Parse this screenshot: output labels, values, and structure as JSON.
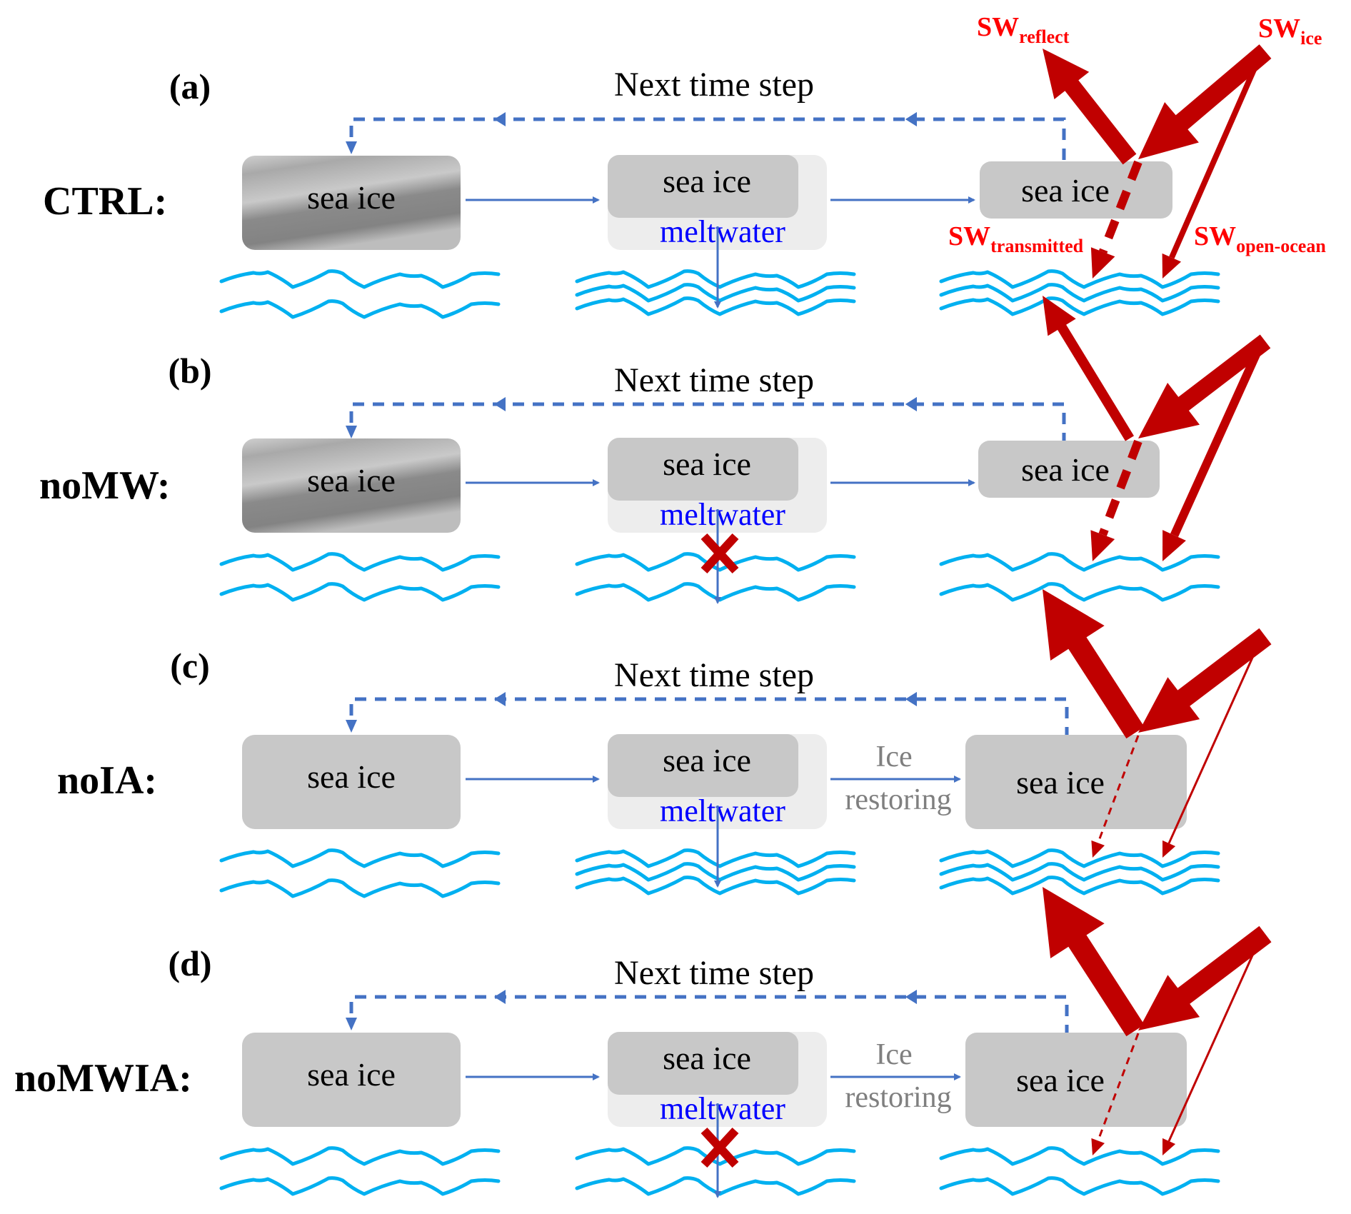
{
  "figure": {
    "colors": {
      "flow_arrow": "#4472c4",
      "water": "#00b0f0",
      "sw_arrow": "#c00000",
      "sw_label": "#ff0000",
      "ice_box": "#c8c8c8",
      "ice_box_dark": "#7f7f7f",
      "meltwater_box": "#ededed",
      "meltwater_text": "#0000ff",
      "restoring_text": "#7f7f7f",
      "block_x": "#c00000"
    },
    "sw_labels": {
      "reflect": {
        "main": "SW",
        "sub": "reflect"
      },
      "ice": {
        "main": "SW",
        "sub": "ice"
      },
      "transmitted": {
        "main": "SW",
        "sub": "transmitted"
      },
      "open_ocean": {
        "main": "SW",
        "sub": "open-ocean"
      }
    },
    "panels": [
      {
        "letter": "(a)",
        "experiment": "CTRL:",
        "next_step_label": "Next time step",
        "box1_label": "sea ice",
        "box1_shaded": true,
        "box2_label": "sea ice",
        "meltwater_label": "meltwater",
        "meltwater_blocked": false,
        "ocean_layers_middle": 3,
        "restoring_label": null,
        "box3_label": "sea ice",
        "box3_size": "small",
        "ocean_layers_right": 3,
        "sw_reflect_strength": "strong",
        "sw_transmitted_strength": "strong",
        "sw_open_ocean_strength": "medium",
        "show_sw_labels": true
      },
      {
        "letter": "(b)",
        "experiment": "noMW:",
        "next_step_label": "Next time step",
        "box1_label": "sea ice",
        "box1_shaded": true,
        "box2_label": "sea ice",
        "meltwater_label": "meltwater",
        "meltwater_blocked": true,
        "ocean_layers_middle": 2,
        "restoring_label": null,
        "box3_label": "sea ice",
        "box3_size": "small",
        "ocean_layers_right": 2,
        "sw_reflect_strength": "medium",
        "sw_transmitted_strength": "strong",
        "sw_open_ocean_strength": "strong",
        "show_sw_labels": false
      },
      {
        "letter": "(c)",
        "experiment": "noIA:",
        "next_step_label": "Next time step",
        "box1_label": "sea ice",
        "box1_shaded": false,
        "box2_label": "sea ice",
        "meltwater_label": "meltwater",
        "meltwater_blocked": false,
        "ocean_layers_middle": 3,
        "restoring_label": [
          "Ice",
          "restoring"
        ],
        "box3_label": "sea ice",
        "box3_size": "large",
        "ocean_layers_right": 3,
        "sw_reflect_strength": "very-strong",
        "sw_transmitted_strength": "weak",
        "sw_open_ocean_strength": "weak",
        "show_sw_labels": false
      },
      {
        "letter": "(d)",
        "experiment": "noMWIA:",
        "next_step_label": "Next time step",
        "box1_label": "sea ice",
        "box1_shaded": false,
        "box2_label": "sea ice",
        "meltwater_label": "meltwater",
        "meltwater_blocked": true,
        "ocean_layers_middle": 2,
        "restoring_label": [
          "Ice",
          "restoring"
        ],
        "box3_label": "sea ice",
        "box3_size": "large",
        "ocean_layers_right": 2,
        "sw_reflect_strength": "very-strong",
        "sw_transmitted_strength": "weak",
        "sw_open_ocean_strength": "weak",
        "show_sw_labels": false
      }
    ]
  }
}
